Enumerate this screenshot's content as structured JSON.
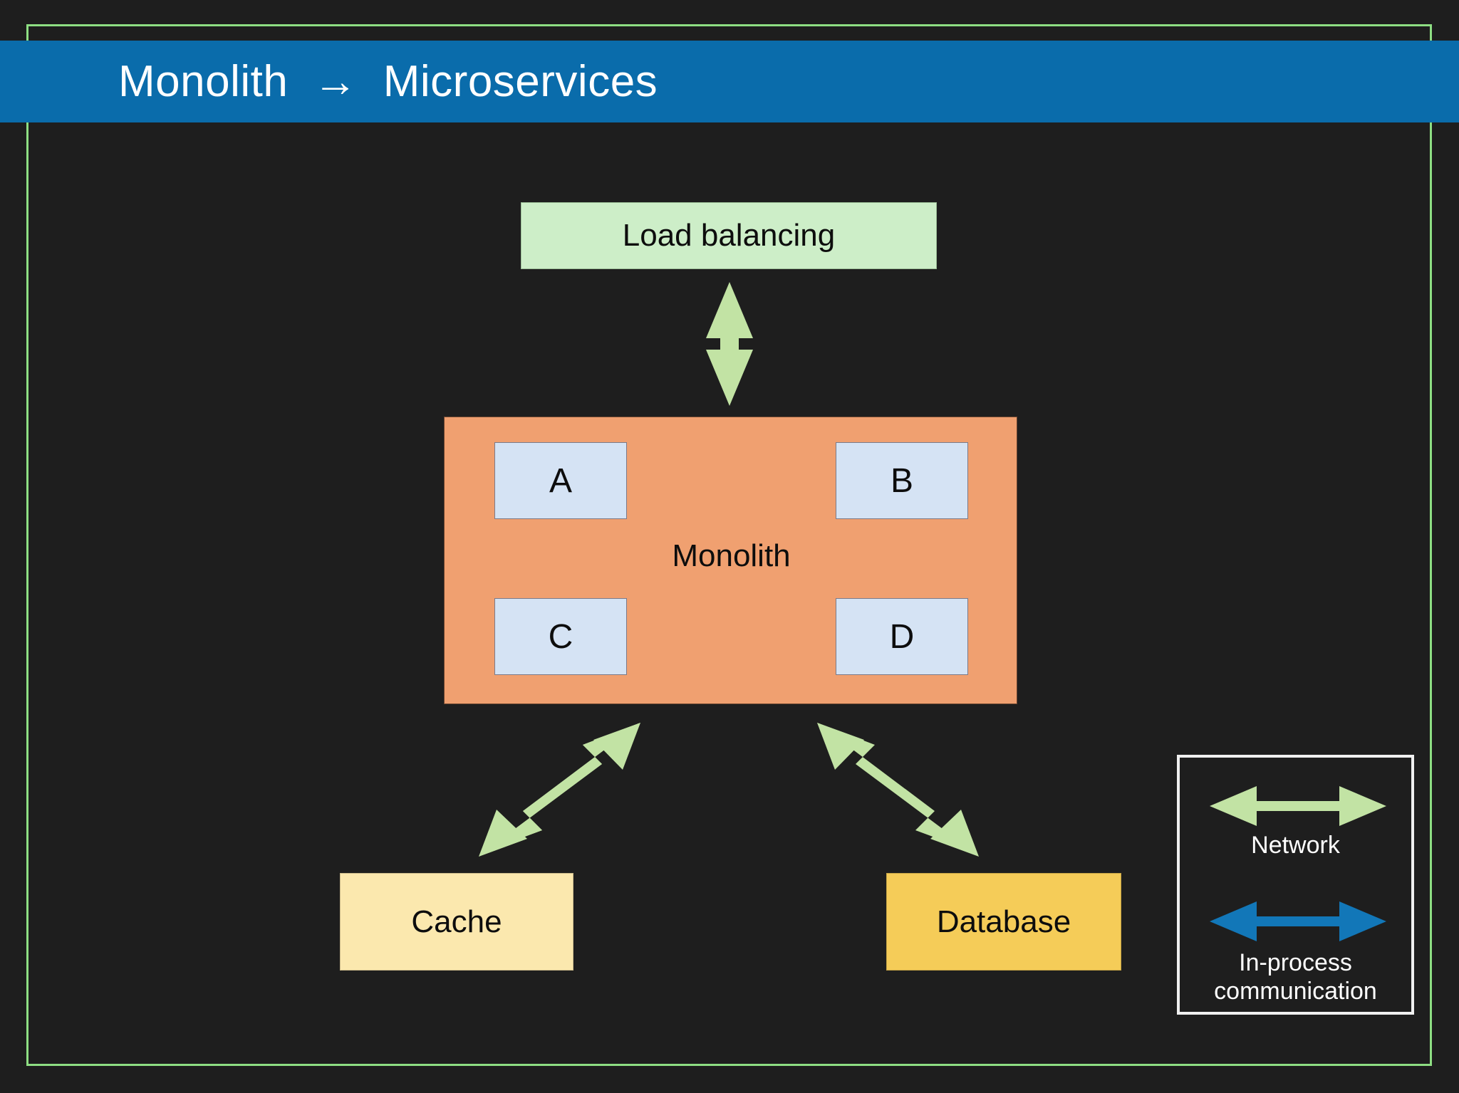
{
  "slide": {
    "title": "Monolith  →  Microservices",
    "background_color": "#1e1e1e",
    "banner_color": "#0a6cab",
    "frame_color": "#8ede83"
  },
  "diagram": {
    "load_balancing": {
      "label": "Load balancing",
      "color": "#cdeec8"
    },
    "monolith": {
      "label": "Monolith",
      "color": "#f0a070",
      "services": [
        {
          "id": "a",
          "label": "A",
          "color": "#d5e3f4"
        },
        {
          "id": "b",
          "label": "B",
          "color": "#d5e3f4"
        },
        {
          "id": "c",
          "label": "C",
          "color": "#d5e3f4"
        },
        {
          "id": "d",
          "label": "D",
          "color": "#d5e3f4"
        }
      ]
    },
    "cache": {
      "label": "Cache",
      "color": "#fbe8ae"
    },
    "database": {
      "label": "Database",
      "color": "#f5cc58"
    },
    "connections": [
      {
        "from": "load-balancing",
        "to": "monolith",
        "kind": "network"
      },
      {
        "from": "monolith",
        "to": "cache",
        "kind": "network"
      },
      {
        "from": "monolith",
        "to": "database",
        "kind": "network"
      },
      {
        "from": "a",
        "to": "b",
        "kind": "in-process"
      },
      {
        "from": "c",
        "to": "d",
        "kind": "in-process"
      },
      {
        "from": "a",
        "to": "c",
        "kind": "in-process"
      },
      {
        "from": "b",
        "to": "d",
        "kind": "in-process"
      }
    ]
  },
  "legend": {
    "network_label": "Network",
    "network_color": "#c2e3a4",
    "inprocess_label_line1": "In-process",
    "inprocess_label_line2": "communication",
    "inprocess_color": "#1277b8",
    "border_color": "#f0f0f0"
  }
}
